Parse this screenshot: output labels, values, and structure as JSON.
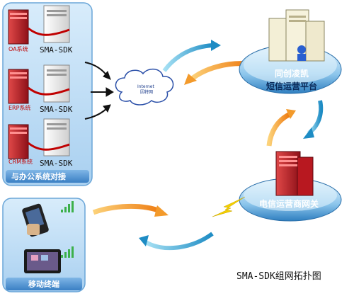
{
  "office": {
    "systems": [
      {
        "name": "OA系统",
        "sdk": "SMA-SDK"
      },
      {
        "name": "ERP系统",
        "sdk": "SMA-SDK"
      },
      {
        "name": "CRM系统",
        "sdk": "SMA-SDK"
      }
    ],
    "caption": "与办公系统对接"
  },
  "internet": {
    "line1": "Internet",
    "line2": "因特网"
  },
  "platform": {
    "name": "同创凌凯",
    "sub": "短信运营平台"
  },
  "gateway": {
    "label": "电信运营商网关"
  },
  "mobile": {
    "caption": "移动终端"
  },
  "title": "SMA-SDK组网拓扑图",
  "colors": {
    "panel": "#7fb6e6",
    "orange": "#f39a2b",
    "teal": "#3aa7d6",
    "server_red": "#c8202a"
  }
}
